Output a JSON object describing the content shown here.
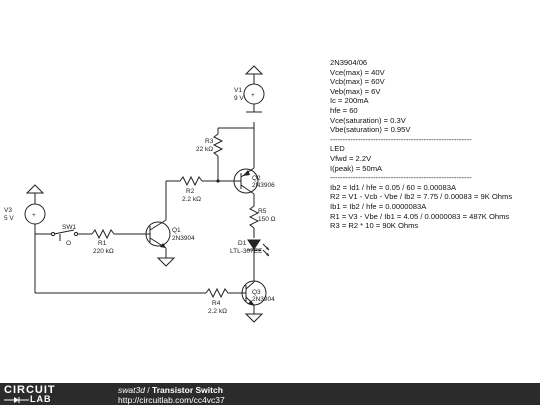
{
  "schematic": {
    "components": {
      "V1": {
        "ref": "V1",
        "value": "9 V"
      },
      "V3": {
        "ref": "V3",
        "value": "5 V"
      },
      "SW1": {
        "ref": "SW1"
      },
      "R1": {
        "ref": "R1",
        "value": "220 kΩ"
      },
      "Q1": {
        "ref": "Q1",
        "part": "2N3904"
      },
      "R2": {
        "ref": "R2",
        "value": "2.2 kΩ"
      },
      "R3": {
        "ref": "R3",
        "value": "22 kΩ"
      },
      "Q2": {
        "ref": "Q2",
        "part": "2N3906"
      },
      "R5": {
        "ref": "R5",
        "value": "150 Ω"
      },
      "D1": {
        "ref": "D1",
        "part": "LTL-307EE"
      },
      "Q3": {
        "ref": "Q3",
        "part": "2N3904"
      },
      "R4": {
        "ref": "R4",
        "value": "2.2 kΩ"
      }
    },
    "plus_sign": "+"
  },
  "notes": [
    "2N3904/06",
    "Vce(max) = 40V",
    "Vcb(max) = 60V",
    "Veb(max) = 6V",
    "Ic = 200mA",
    "hfe = 60",
    "Vce(saturation) = 0.3V",
    "Vbe(saturation) = 0.95V",
    "--------------------------------------------------------",
    "LED",
    "Vfwd = 2.2V",
    "I(peak) = 50mA",
    "--------------------------------------------------------",
    "Ib2 = Id1 / hfe = 0.05 / 60 = 0.00083A",
    "R2 = V1 - Vcb - Vbe / Ib2 = 7.75 / 0.00083 = 9K Ohms",
    "Ib1 = Ib2 / hfe = 0.0000083A",
    "R1 = V3 - Vbe / Ib1 = 4.05 / 0.0000083 = 487K Ohms",
    "R3 = R2 * 10 = 90K Ohms"
  ],
  "footer": {
    "logo_top": "CIRCUIT",
    "logo_bottom": "LAB",
    "user": "swat3d",
    "separator": " / ",
    "title": "Transistor Switch",
    "url": "http://circuitlab.com/cc4vc37"
  }
}
